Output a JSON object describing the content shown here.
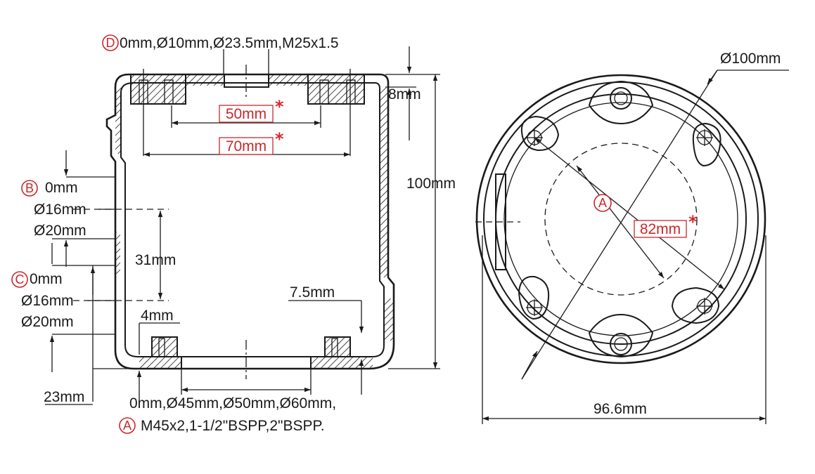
{
  "labels": {
    "d_letter": "D",
    "d_text": "0mm,Ø10mm,Ø23.5mm,M25x1.5",
    "b_letter": "B",
    "b_text": "0mm",
    "b_d16": "Ø16mm",
    "b_d20": "Ø20mm",
    "c_letter": "C",
    "c_text": "0mm",
    "c_d16": "Ø16mm",
    "c_d20": "Ø20mm",
    "dim_31": "31mm",
    "dim_4": "4mm",
    "dim_7_5": "7.5mm",
    "dim_23": "23mm",
    "dim_8": "8mm",
    "dim_100": "100mm",
    "dim_50": "50mm",
    "dim_70": "70mm",
    "dim_82": "82mm",
    "star": "*",
    "a_letter": "A",
    "a_text_line1": "0mm,Ø45mm,Ø50mm,Ø60mm,",
    "a_text_line2": "M45x2,1-1/2\"BSPP,2\"BSPP.",
    "top_diameter": "Ø100mm",
    "width_96": "96.6mm"
  },
  "colors": {
    "line": "#1a1a1a",
    "accent_red": "#c8282c",
    "star_red": "#d42a2a",
    "background": "#ffffff"
  }
}
